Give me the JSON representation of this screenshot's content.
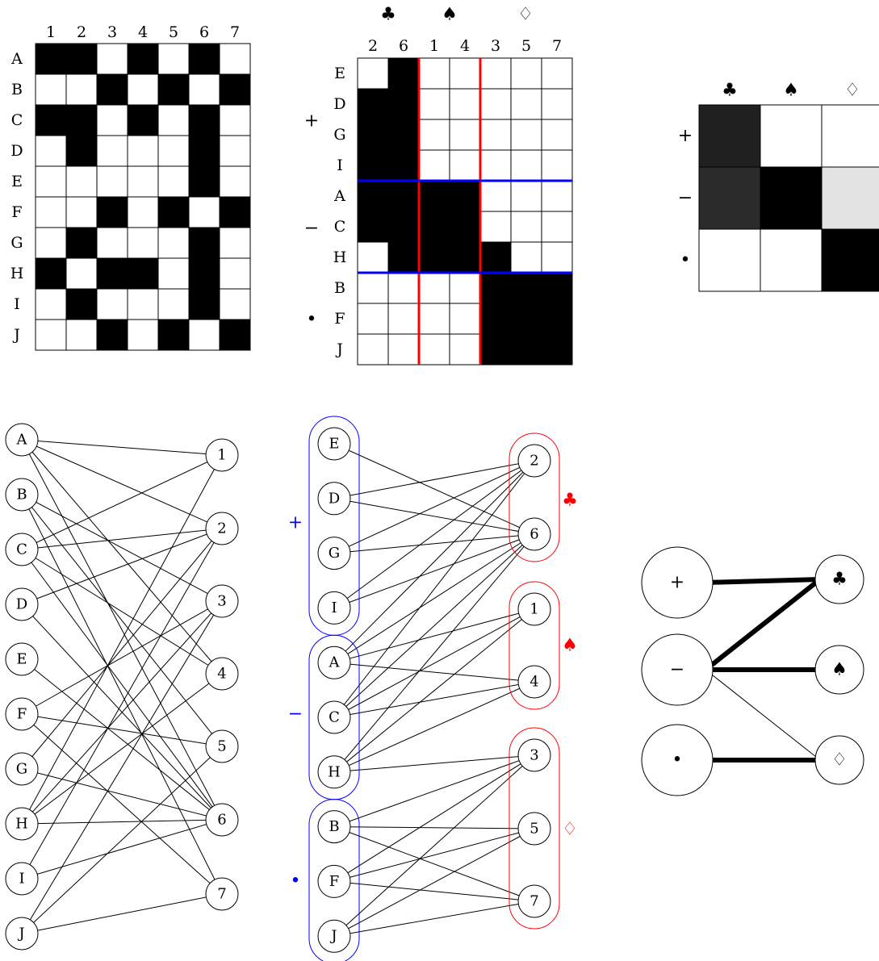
{
  "colors": {
    "filled": "#000000",
    "empty": "#ffffff",
    "grid_line": "#000000",
    "column_split": "#ff0000",
    "row_split": "#0000ff",
    "row_group_outline": "#0000ff",
    "col_group_outline": "#ff0000"
  },
  "symbols": {
    "plus": "+",
    "minus": "−",
    "dot": "•",
    "club": "♣",
    "spade": "♠",
    "diamond": "♢"
  },
  "matrix": {
    "row_labels": [
      "A",
      "B",
      "C",
      "D",
      "E",
      "F",
      "G",
      "H",
      "I",
      "J"
    ],
    "col_labels": [
      "1",
      "2",
      "3",
      "4",
      "5",
      "6",
      "7"
    ],
    "cells": [
      [
        1,
        1,
        0,
        1,
        0,
        1,
        0
      ],
      [
        0,
        0,
        1,
        0,
        1,
        0,
        1
      ],
      [
        1,
        1,
        0,
        1,
        0,
        1,
        0
      ],
      [
        0,
        1,
        0,
        0,
        0,
        1,
        0
      ],
      [
        0,
        0,
        0,
        0,
        0,
        1,
        0
      ],
      [
        0,
        0,
        1,
        0,
        1,
        0,
        1
      ],
      [
        0,
        1,
        0,
        0,
        0,
        1,
        0
      ],
      [
        1,
        0,
        1,
        1,
        0,
        1,
        0
      ],
      [
        0,
        1,
        0,
        0,
        0,
        1,
        0
      ],
      [
        0,
        0,
        1,
        0,
        1,
        0,
        1
      ]
    ]
  },
  "reordered": {
    "row_order": [
      "E",
      "D",
      "G",
      "I",
      "A",
      "C",
      "H",
      "B",
      "F",
      "J"
    ],
    "col_order": [
      "2",
      "6",
      "1",
      "4",
      "3",
      "5",
      "7"
    ],
    "row_groups": [
      {
        "symbol": "+",
        "members": [
          "E",
          "D",
          "G",
          "I"
        ]
      },
      {
        "symbol": "−",
        "members": [
          "A",
          "C",
          "H"
        ]
      },
      {
        "symbol": "•",
        "members": [
          "B",
          "F",
          "J"
        ]
      }
    ],
    "col_groups": [
      {
        "symbol": "♣",
        "members": [
          "2",
          "6"
        ]
      },
      {
        "symbol": "♠",
        "members": [
          "1",
          "4"
        ]
      },
      {
        "symbol": "♢",
        "members": [
          "3",
          "5",
          "7"
        ]
      }
    ]
  },
  "block_matrix": {
    "row_labels": [
      "+",
      "−",
      "•"
    ],
    "col_labels": [
      "♣",
      "♠",
      "♢"
    ],
    "density": [
      [
        0.875,
        0,
        0
      ],
      [
        0.83,
        1,
        0.11
      ],
      [
        0,
        0,
        1
      ]
    ]
  },
  "quotient_graph": {
    "left_nodes": [
      "+",
      "−",
      "•"
    ],
    "right_nodes": [
      "♣",
      "♠",
      "♢"
    ]
  }
}
